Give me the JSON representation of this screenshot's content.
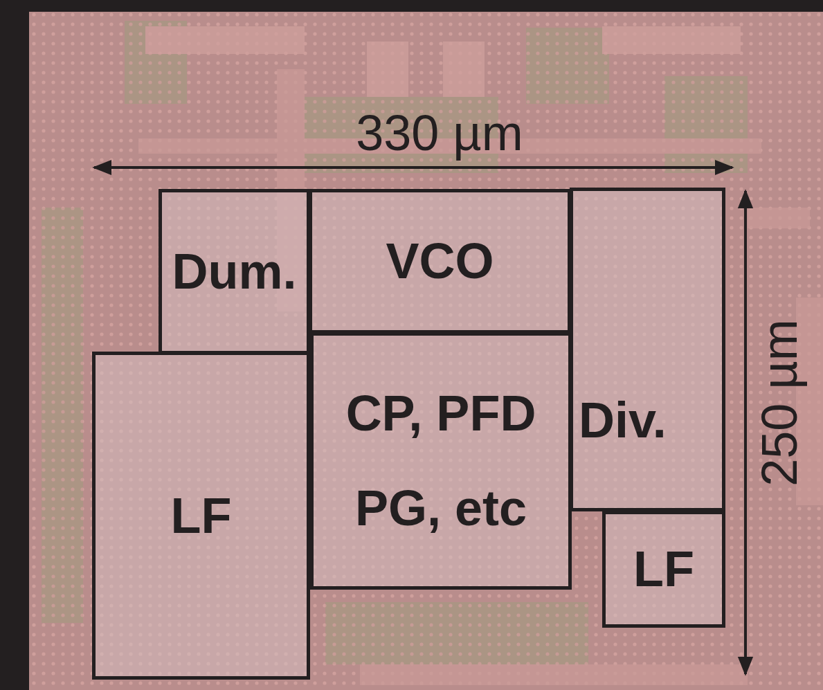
{
  "diagram": {
    "nodes": [
      {
        "text": [
          "Dum."
        ]
      },
      {
        "text": [
          "VCO"
        ]
      },
      {
        "text": [
          "Div."
        ]
      },
      {
        "text": [
          "CP, PFD PG, etc"
        ]
      },
      {
        "text": [
          "LF"
        ]
      },
      {
        "text": [
          "LF"
        ]
      }
    ],
    "labels": [
      "330 µm",
      "250 µm"
    ]
  }
}
